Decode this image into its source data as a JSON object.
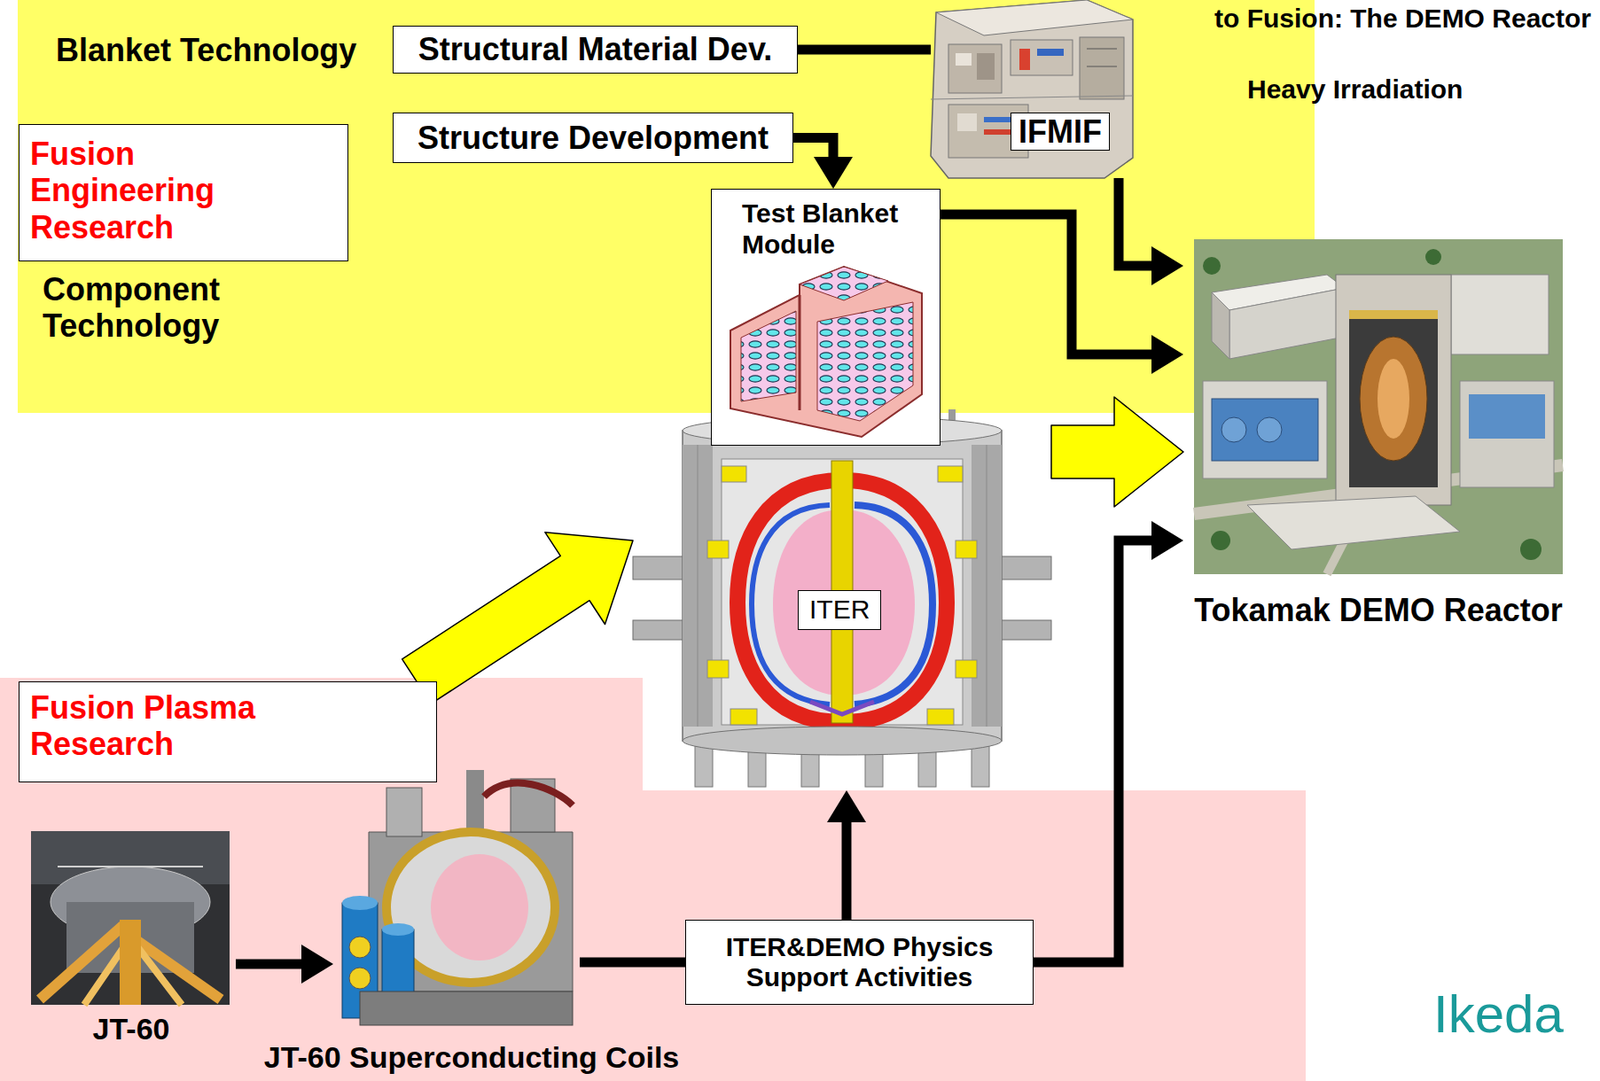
{
  "diagram": {
    "title": "to Fusion: The DEMO Reactor",
    "nodes": [
      {
        "text": [
          "Blanket Technology",
          "Component Technology"
        ]
      },
      {
        "text": [
          "Fusion Engineering Research"
        ],
        "in": 0
      },
      {
        "text": [
          "Structural Material Dev."
        ],
        "in": 0
      },
      {
        "text": [
          "Structure Development"
        ],
        "in": 0
      },
      {
        "text": [
          "IFMIF"
        ],
        "in": 0
      },
      {
        "text": [
          "Test Blanket Module"
        ]
      },
      {
        "text": [
          "ITER"
        ]
      },
      {
        "text": [
          "Tokamak DEMO Reactor"
        ]
      },
      {
        "text": [
          "Fusion Plasma Research"
        ]
      },
      {
        "text": [
          "JT-60"
        ]
      },
      {
        "text": [
          "JT-60 Superconducting Coils"
        ]
      },
      {
        "text": [
          "ITER&DEMO Physics Support Activities"
        ]
      }
    ],
    "edges": [
      {
        "from": 2,
        "to": 4,
        "arrow": "none"
      },
      {
        "from": 3,
        "to": 5,
        "arrow": "to"
      },
      {
        "from": 4,
        "to": 7,
        "arrow": "to"
      },
      {
        "from": 5,
        "to": 7,
        "arrow": "to"
      },
      {
        "from": 6,
        "to": 7,
        "arrow": "to"
      },
      {
        "from": 8,
        "to": 6,
        "arrow": "to"
      },
      {
        "from": 9,
        "to": 10,
        "arrow": "to"
      },
      {
        "from": 10,
        "to": 11,
        "arrow": "none"
      },
      {
        "from": 11,
        "to": 6,
        "arrow": "to"
      },
      {
        "from": 11,
        "to": 7,
        "arrow": "to"
      }
    ],
    "labels": [
      "Heavy Irradiation",
      "Ikeda"
    ]
  }
}
